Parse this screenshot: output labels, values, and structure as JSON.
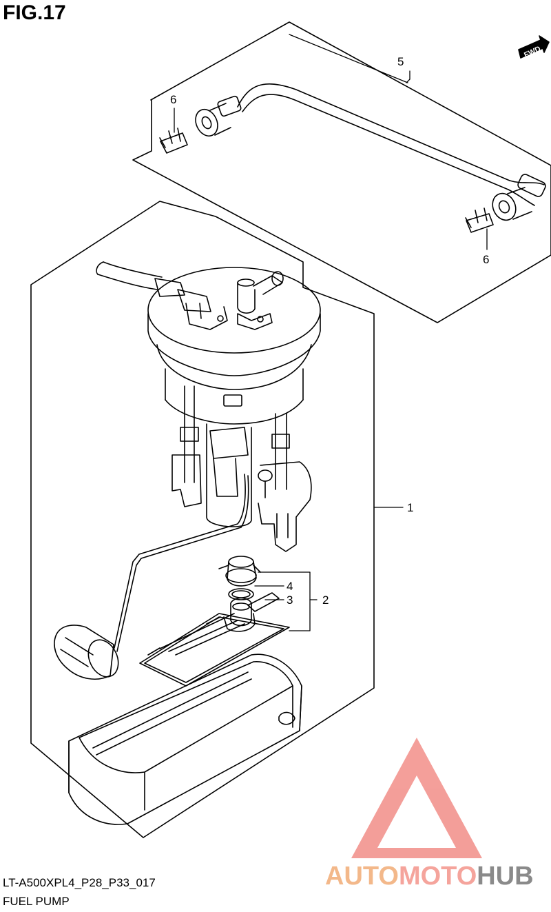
{
  "figure": {
    "title": "FIG.17",
    "diagram_code": "LT-A500XPL4_P28_P33_017",
    "diagram_name": "FUEL PUMP"
  },
  "callouts": {
    "c1": "1",
    "c2": "2",
    "c3": "3",
    "c4": "4",
    "c5": "5",
    "c6_top": "6",
    "c6_bottom": "6"
  },
  "fwd_label": "FWD",
  "watermark": {
    "part1": "AUTO",
    "part2": "MOTO",
    "part3": "HUB",
    "colors": {
      "part1": "#f3b88a",
      "part2": "#f5a49c",
      "part3": "#8a8a8a",
      "triangle": "#f28e88"
    }
  },
  "colors": {
    "line": "#000000",
    "background": "#ffffff"
  }
}
